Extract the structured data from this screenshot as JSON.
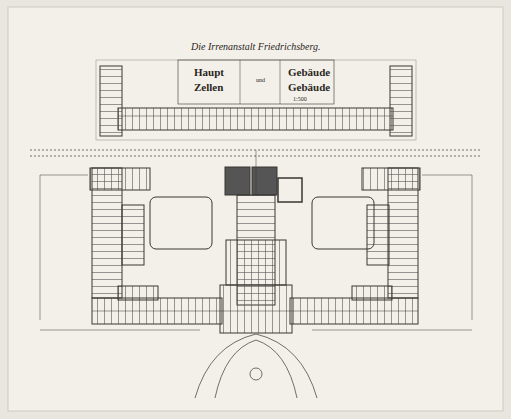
{
  "diagram": {
    "title": "Die Irrenanstalt Friedrichsberg.",
    "labels": [
      "Haupt",
      "Zellen",
      "und",
      "Gebäude",
      "Gebäude",
      "1:500"
    ]
  }
}
